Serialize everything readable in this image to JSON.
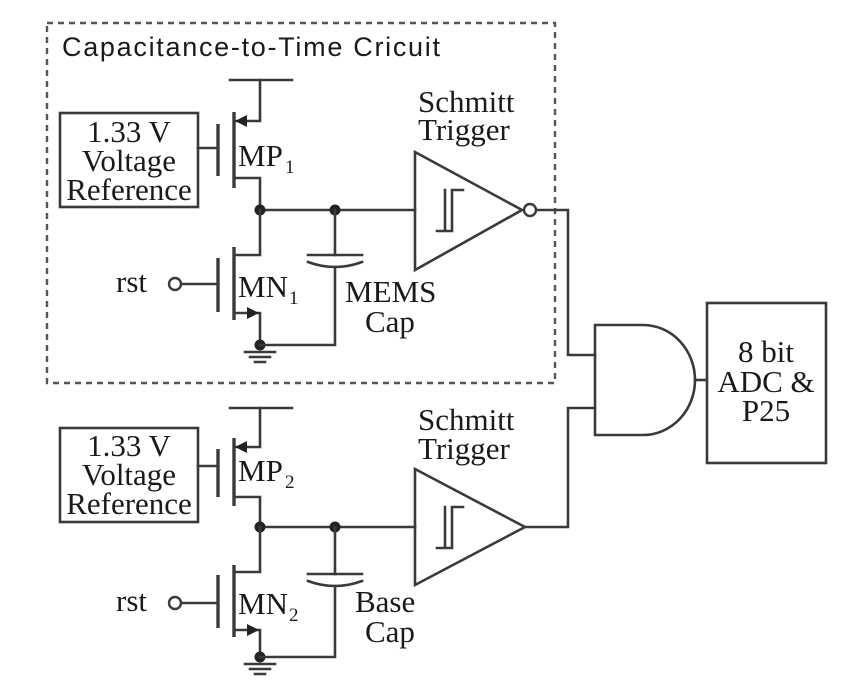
{
  "title": "Capacitance-to-Time Cricuit",
  "top_stage": {
    "voltage_reference": {
      "line1": "1.33 V",
      "line2": "Voltage",
      "line3": "Reference"
    },
    "pmos": {
      "name": "MP",
      "index": "1"
    },
    "nmos": {
      "name": "MN",
      "index": "1"
    },
    "reset_label": "rst",
    "schmitt": {
      "line1": "Schmitt",
      "line2": "Trigger"
    },
    "capacitor": {
      "line1": "MEMS",
      "line2": "Cap"
    }
  },
  "bottom_stage": {
    "voltage_reference": {
      "line1": "1.33 V",
      "line2": "Voltage",
      "line3": "Reference"
    },
    "pmos": {
      "name": "MP",
      "index": "2"
    },
    "nmos": {
      "name": "MN",
      "index": "2"
    },
    "reset_label": "rst",
    "schmitt": {
      "line1": "Schmitt",
      "line2": "Trigger"
    },
    "capacitor": {
      "line1": "Base",
      "line2": "Cap"
    }
  },
  "adc": {
    "line1": "8 bit",
    "line2": "ADC &",
    "line3": "P25"
  }
}
